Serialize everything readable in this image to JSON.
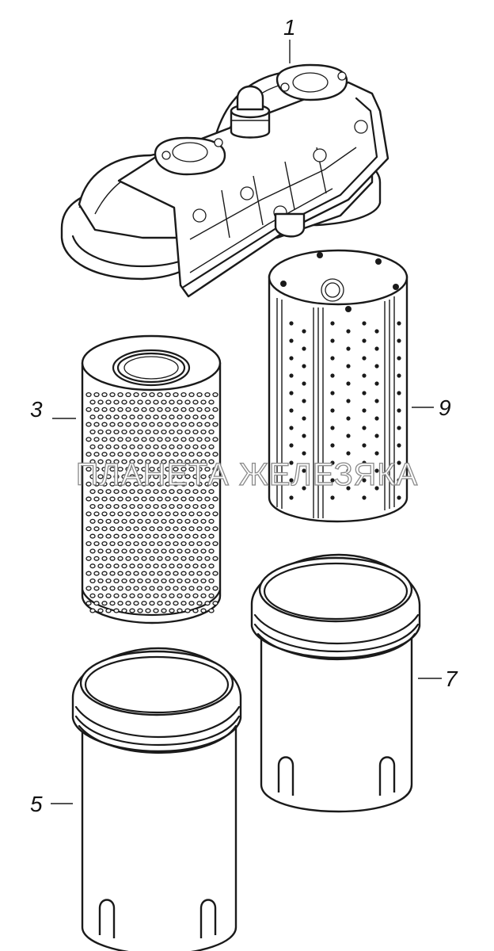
{
  "watermark": "ПЛАНЕТА ЖЕЛЕЗЯКА",
  "callouts": [
    {
      "id": "1",
      "text": "1"
    },
    {
      "id": "3",
      "text": "3"
    },
    {
      "id": "5",
      "text": "5"
    },
    {
      "id": "7",
      "text": "7"
    },
    {
      "id": "9",
      "text": "9"
    }
  ],
  "colors": {
    "line": "#1a1a1a",
    "background": "#ffffff",
    "watermark_outline": "#8a8a8a"
  }
}
